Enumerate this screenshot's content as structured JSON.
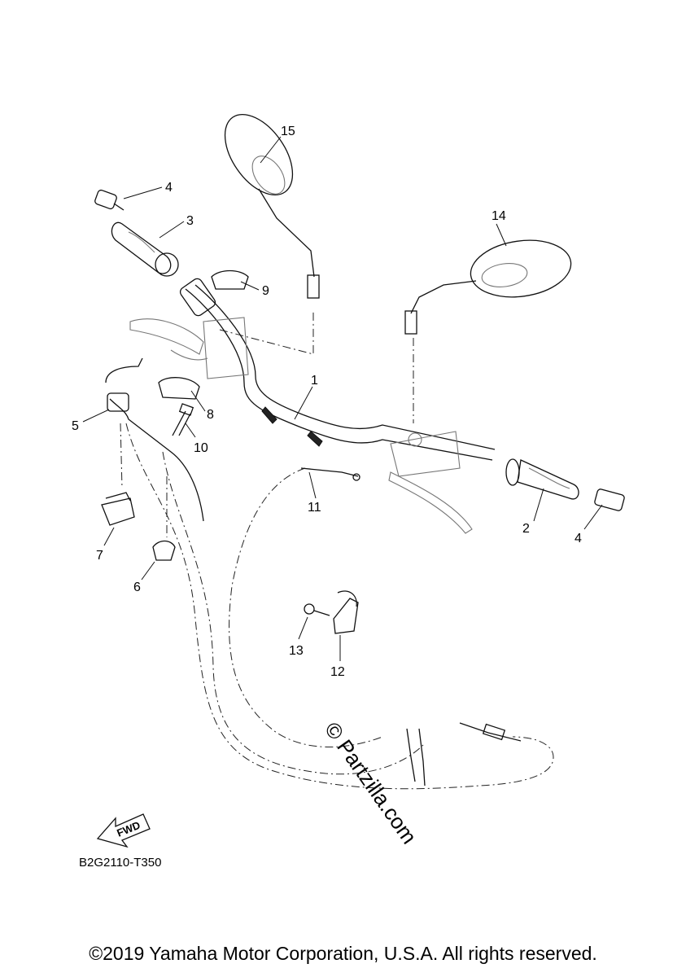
{
  "diagram": {
    "reference_code": "B2G2110-T350",
    "fwd_label": "FWD",
    "watermark": "© Partzilla.com",
    "callouts": [
      {
        "id": "c1",
        "label": "1"
      },
      {
        "id": "c2",
        "label": "2"
      },
      {
        "id": "c3",
        "label": "3"
      },
      {
        "id": "c4a",
        "label": "4"
      },
      {
        "id": "c4b",
        "label": "4"
      },
      {
        "id": "c5",
        "label": "5"
      },
      {
        "id": "c6",
        "label": "6"
      },
      {
        "id": "c7",
        "label": "7"
      },
      {
        "id": "c8",
        "label": "8"
      },
      {
        "id": "c9",
        "label": "9"
      },
      {
        "id": "c10",
        "label": "10"
      },
      {
        "id": "c11",
        "label": "11"
      },
      {
        "id": "c12",
        "label": "12"
      },
      {
        "id": "c13",
        "label": "13"
      },
      {
        "id": "c14",
        "label": "14"
      },
      {
        "id": "c15",
        "label": "15"
      }
    ]
  },
  "footer": {
    "copyright": "©2019 Yamaha Motor Corporation, U.S.A. All rights reserved."
  }
}
